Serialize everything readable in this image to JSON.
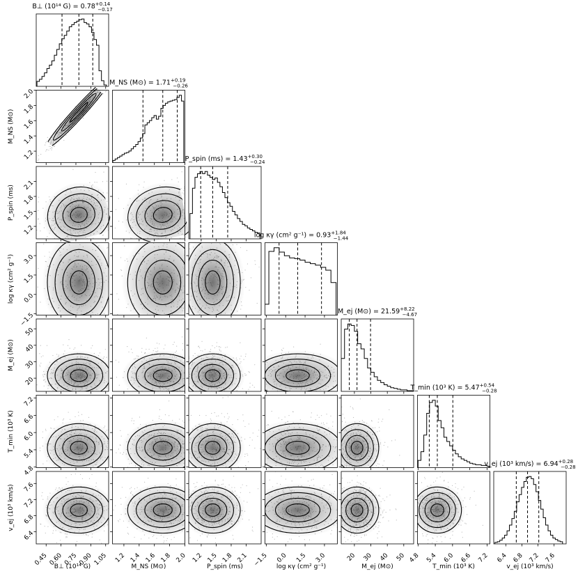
{
  "chart_data": {
    "type": "corner",
    "parameters": [
      {
        "key": "B",
        "label": "B⊥ (10¹⁴ G)",
        "title": "B⊥ (10¹⁴ G) = 0.78",
        "err_plus": "+0.14",
        "err_minus": "−0.17",
        "range": [
          0.35,
          1.08
        ],
        "ticks": [
          0.45,
          0.6,
          0.75,
          0.9,
          1.05
        ],
        "tick_labels": [
          "0.45",
          "0.60",
          "0.75",
          "0.90",
          "1.05"
        ],
        "median": 0.78,
        "q16": 0.61,
        "q84": 0.92,
        "hist_x": [
          0.37,
          0.395,
          0.42,
          0.445,
          0.47,
          0.495,
          0.52,
          0.545,
          0.57,
          0.595,
          0.62,
          0.645,
          0.67,
          0.695,
          0.72,
          0.745,
          0.77,
          0.795,
          0.82,
          0.845,
          0.87,
          0.895,
          0.92,
          0.945,
          0.97,
          0.995,
          1.02,
          1.045
        ],
        "hist": [
          0.07,
          0.1,
          0.14,
          0.19,
          0.25,
          0.3,
          0.36,
          0.44,
          0.52,
          0.6,
          0.67,
          0.72,
          0.78,
          0.84,
          0.87,
          0.9,
          0.92,
          0.94,
          0.95,
          0.9,
          0.88,
          0.84,
          0.76,
          0.66,
          0.58,
          0.22,
          0.08,
          0.02
        ]
      },
      {
        "key": "MNS",
        "label": "M_NS (M⊙)",
        "title": "M_NS (M⊙) = 1.71",
        "err_plus": "+0.19",
        "err_minus": "−0.26",
        "range": [
          1.05,
          2.0
        ],
        "ticks": [
          1.2,
          1.4,
          1.6,
          1.8,
          2.0
        ],
        "tick_labels": [
          "1.2",
          "1.4",
          "1.6",
          "1.8",
          "2.0"
        ],
        "median": 1.71,
        "q16": 1.45,
        "q84": 1.9,
        "hist_x": [
          1.07,
          1.1,
          1.13,
          1.16,
          1.19,
          1.22,
          1.25,
          1.28,
          1.31,
          1.34,
          1.37,
          1.4,
          1.43,
          1.46,
          1.49,
          1.52,
          1.55,
          1.58,
          1.61,
          1.64,
          1.67,
          1.7,
          1.73,
          1.76,
          1.79,
          1.82,
          1.85,
          1.88,
          1.91,
          1.94,
          1.97
        ],
        "hist": [
          0.03,
          0.05,
          0.07,
          0.09,
          0.11,
          0.13,
          0.14,
          0.16,
          0.19,
          0.22,
          0.25,
          0.29,
          0.34,
          0.4,
          0.52,
          0.55,
          0.58,
          0.62,
          0.65,
          0.6,
          0.64,
          0.75,
          0.79,
          0.82,
          0.84,
          0.85,
          0.86,
          0.87,
          0.9,
          0.93,
          0.85
        ]
      },
      {
        "key": "P",
        "label": "P_spin (ms)",
        "title": "P_spin (ms) = 1.43",
        "err_plus": "+0.30",
        "err_minus": "−0.24",
        "range": [
          0.95,
          2.4
        ],
        "ticks": [
          1.2,
          1.5,
          1.8,
          2.1
        ],
        "tick_labels": [
          "1.2",
          "1.5",
          "1.8",
          "2.1"
        ],
        "median": 1.43,
        "q16": 1.19,
        "q84": 1.73,
        "hist_x": [
          1.0,
          1.05,
          1.1,
          1.15,
          1.2,
          1.25,
          1.3,
          1.35,
          1.4,
          1.45,
          1.5,
          1.55,
          1.6,
          1.65,
          1.7,
          1.75,
          1.8,
          1.85,
          1.9,
          1.95,
          2.0,
          2.05,
          2.1,
          2.15,
          2.2,
          2.25,
          2.3,
          2.35
        ],
        "hist": [
          0.35,
          0.7,
          0.85,
          0.9,
          0.93,
          0.9,
          0.93,
          0.88,
          0.85,
          0.82,
          0.84,
          0.78,
          0.72,
          0.64,
          0.57,
          0.5,
          0.45,
          0.38,
          0.33,
          0.28,
          0.24,
          0.2,
          0.18,
          0.15,
          0.13,
          0.11,
          0.09,
          0.08
        ]
      },
      {
        "key": "kappa",
        "label": "log κγ (cm² g⁻¹)",
        "title": "log κγ (cm² g⁻¹) = 0.93",
        "err_plus": "+1.84",
        "err_minus": "−1.44",
        "range": [
          -1.6,
          4.0
        ],
        "ticks": [
          -1.5,
          0.0,
          1.5,
          3.0
        ],
        "tick_labels": [
          "−1.5",
          "0.0",
          "1.5",
          "3.0"
        ],
        "median": 0.93,
        "q16": -0.51,
        "q84": 2.77,
        "hist_x": [
          -1.5,
          -1.1,
          -0.7,
          -0.3,
          0.1,
          0.5,
          0.9,
          1.3,
          1.7,
          2.1,
          2.5,
          2.9,
          3.3,
          3.7
        ],
        "hist": [
          0.15,
          0.88,
          0.93,
          0.87,
          0.82,
          0.79,
          0.78,
          0.76,
          0.73,
          0.71,
          0.69,
          0.66,
          0.62,
          0.45
        ]
      },
      {
        "key": "Mej",
        "label": "M_ej (M⊙)",
        "title": "M_ej (M⊙) = 21.59",
        "err_plus": "+8.22",
        "err_minus": "−4.67",
        "range": [
          12.0,
          56.0
        ],
        "ticks": [
          20,
          30,
          40,
          50
        ],
        "tick_labels": [
          "20",
          "30",
          "40",
          "50"
        ],
        "median": 21.59,
        "q16": 16.92,
        "q84": 29.81,
        "hist_x": [
          13.0,
          15.0,
          17.0,
          19.0,
          21.0,
          23.0,
          25.0,
          27.0,
          29.0,
          31.0,
          33.0,
          35.0,
          37.0,
          39.0,
          41.0,
          43.0,
          45.0,
          47.0,
          49.0,
          51.0,
          53.0,
          55.0
        ],
        "hist": [
          0.45,
          0.85,
          0.92,
          0.9,
          0.82,
          0.65,
          0.58,
          0.45,
          0.32,
          0.26,
          0.2,
          0.15,
          0.12,
          0.09,
          0.07,
          0.05,
          0.04,
          0.03,
          0.02,
          0.02,
          0.01,
          0.01
        ]
      },
      {
        "key": "Tmin",
        "label": "T_min (10³ K)",
        "title": "T_min (10³ K) = 5.47",
        "err_plus": "+0.54",
        "err_minus": "−0.28",
        "range": [
          4.78,
          7.3
        ],
        "ticks": [
          4.8,
          5.4,
          6.0,
          6.6,
          7.2
        ],
        "tick_labels": [
          "4.8",
          "5.4",
          "6.0",
          "6.6",
          "7.2"
        ],
        "median": 5.47,
        "q16": 5.19,
        "q84": 6.01,
        "hist_x": [
          4.85,
          4.95,
          5.05,
          5.15,
          5.25,
          5.35,
          5.45,
          5.55,
          5.65,
          5.75,
          5.85,
          5.95,
          6.05,
          6.15,
          6.25,
          6.35,
          6.45,
          6.55,
          6.65,
          6.75,
          6.85,
          6.95,
          7.05,
          7.15,
          7.25
        ],
        "hist": [
          0.1,
          0.22,
          0.45,
          0.75,
          0.9,
          0.93,
          0.85,
          0.65,
          0.55,
          0.42,
          0.36,
          0.3,
          0.24,
          0.19,
          0.15,
          0.12,
          0.1,
          0.08,
          0.06,
          0.05,
          0.04,
          0.04,
          0.03,
          0.03,
          0.02
        ]
      },
      {
        "key": "vej",
        "label": "v_ej (10³ km/s)",
        "title": "v_ej (10³ km/s) = 6.94",
        "err_plus": "+0.28",
        "err_minus": "−0.28",
        "range": [
          6.1,
          7.9
        ],
        "ticks": [
          6.4,
          6.8,
          7.2,
          7.6
        ],
        "tick_labels": [
          "6.4",
          "6.8",
          "7.2",
          "7.6"
        ],
        "median": 6.94,
        "q16": 6.66,
        "q84": 7.22,
        "hist_x": [
          6.16,
          6.22,
          6.28,
          6.34,
          6.4,
          6.46,
          6.52,
          6.58,
          6.64,
          6.7,
          6.76,
          6.82,
          6.88,
          6.94,
          7.0,
          7.06,
          7.12,
          7.18,
          7.24,
          7.3,
          7.36,
          7.42,
          7.48,
          7.54,
          7.6,
          7.66,
          7.72,
          7.78
        ],
        "hist": [
          0.02,
          0.03,
          0.05,
          0.08,
          0.12,
          0.18,
          0.26,
          0.35,
          0.45,
          0.58,
          0.68,
          0.78,
          0.86,
          0.92,
          0.93,
          0.9,
          0.82,
          0.72,
          0.6,
          0.48,
          0.36,
          0.26,
          0.18,
          0.12,
          0.08,
          0.06,
          0.04,
          0.03
        ]
      }
    ],
    "correlations": {
      "MNS|B": 0.98,
      "P|B": 0.3,
      "P|MNS": 0.25
    }
  }
}
